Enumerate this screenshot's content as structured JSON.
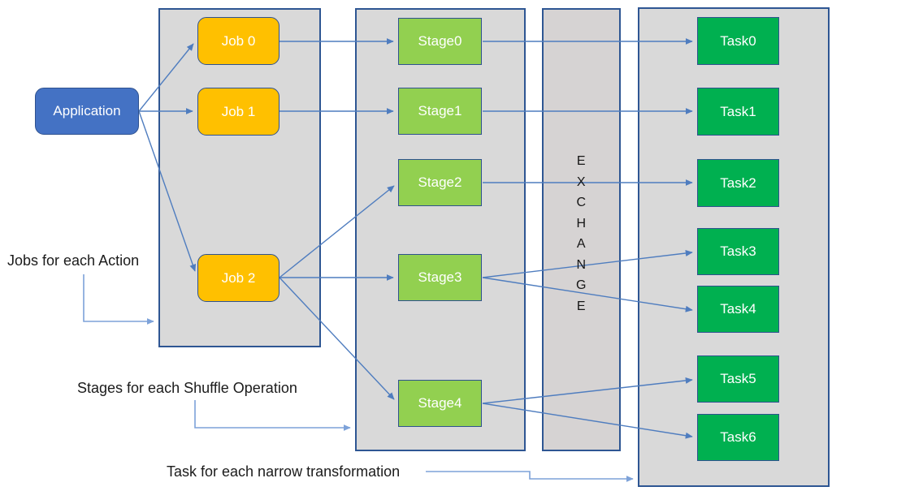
{
  "nodes": {
    "application": "Application",
    "jobs": [
      "Job 0",
      "Job 1",
      "Job 2"
    ],
    "stages": [
      "Stage0",
      "Stage1",
      "Stage2",
      "Stage3",
      "Stage4"
    ],
    "tasks": [
      "Task0",
      "Task1",
      "Task2",
      "Task3",
      "Task4",
      "Task5",
      "Task6"
    ],
    "exchange_stacked": "E\nX\nC\nH\nA\nN\nG\nE"
  },
  "captions": {
    "jobs": "Jobs for each Action",
    "stages": "Stages for each Shuffle Operation",
    "tasks": "Task for each narrow transformation"
  },
  "edges": [
    {
      "from": "Application",
      "to": "Job 0"
    },
    {
      "from": "Application",
      "to": "Job 1"
    },
    {
      "from": "Application",
      "to": "Job 2"
    },
    {
      "from": "Job 0",
      "to": "Stage0"
    },
    {
      "from": "Job 1",
      "to": "Stage1"
    },
    {
      "from": "Job 2",
      "to": "Stage2"
    },
    {
      "from": "Job 2",
      "to": "Stage3"
    },
    {
      "from": "Job 2",
      "to": "Stage4"
    },
    {
      "from": "Stage0",
      "to": "Task0"
    },
    {
      "from": "Stage1",
      "to": "Task1"
    },
    {
      "from": "Stage2",
      "to": "Task2"
    },
    {
      "from": "Stage3",
      "to": "Task3"
    },
    {
      "from": "Stage3",
      "to": "Task4"
    },
    {
      "from": "Stage4",
      "to": "Task5"
    },
    {
      "from": "Stage4",
      "to": "Task6"
    }
  ],
  "colors": {
    "application_fill": "#4472C4",
    "job_fill": "#FFC000",
    "stage_fill": "#92D050",
    "task_fill": "#00B050",
    "box_border": "#2F528F",
    "container_fill": "#D9D9D9",
    "exchange_fill": "#D6D3D3",
    "container_border": "#2E5693",
    "arrow": "#4F7DBF",
    "caption_arrow": "#7DA2D9",
    "caption_text": "#1B1B1B",
    "node_text": "#FFFFFF"
  }
}
